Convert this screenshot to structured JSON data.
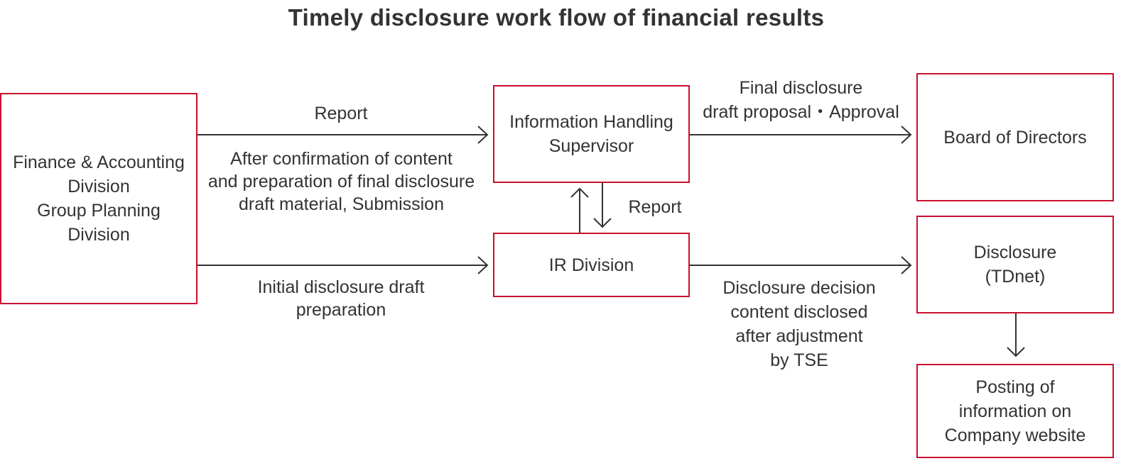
{
  "title": "Timely disclosure work flow of financial results",
  "colors": {
    "box_border": "#c8102e",
    "text": "#333333",
    "arrow": "#333333"
  },
  "nodes": {
    "finance": "Finance & Accounting\nDivision\nGroup Planning\nDivision",
    "supervisor": "Information Handling\nSupervisor",
    "ir": "IR Division",
    "board": "Board of Directors",
    "tdnet": "Disclosure\n(TDnet)",
    "website": "Posting of\ninformation on\nCompany website"
  },
  "edges": {
    "finance_to_supervisor_label": "Report",
    "finance_to_supervisor_note": "After confirmation of content\nand preparation of final disclosure\ndraft material, Submission",
    "finance_to_ir_label": "Initial disclosure draft\npreparation",
    "ir_supervisor_label": "Report",
    "supervisor_to_board_label": "Final disclosure\ndraft proposal・Approval",
    "ir_to_tdnet_label": "Disclosure decision\ncontent disclosed\nafter adjustment\nby TSE"
  }
}
